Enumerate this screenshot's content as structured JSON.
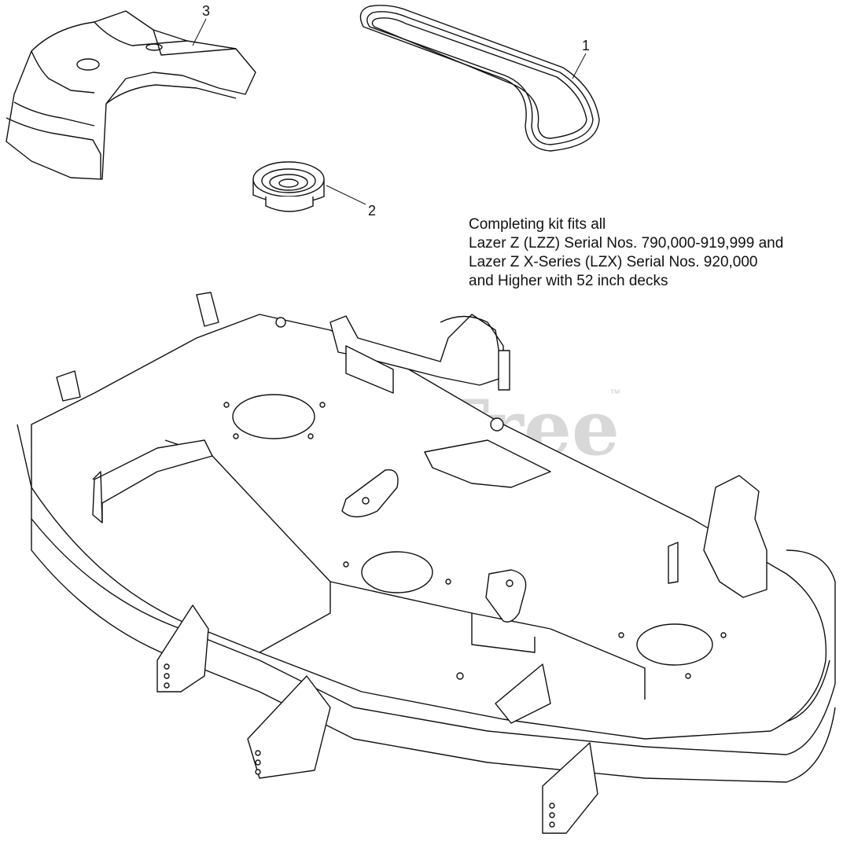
{
  "watermark": {
    "text": "PartsTree",
    "trademark": "™"
  },
  "callouts": [
    {
      "number": "1",
      "part": "belt"
    },
    {
      "number": "2",
      "part": "idler-pulley"
    },
    {
      "number": "3",
      "part": "belt-cover"
    }
  ],
  "note": {
    "lines": [
      "Completing kit fits all",
      "Lazer Z (LZZ) Serial Nos. 790,000-919,999 and",
      "Lazer Z X-Series (LZX) Serial Nos. 920,000",
      "and Higher with 52 inch decks"
    ]
  },
  "colors": {
    "line": "#111111",
    "watermark": "#d8d8d8",
    "background": "#ffffff"
  }
}
